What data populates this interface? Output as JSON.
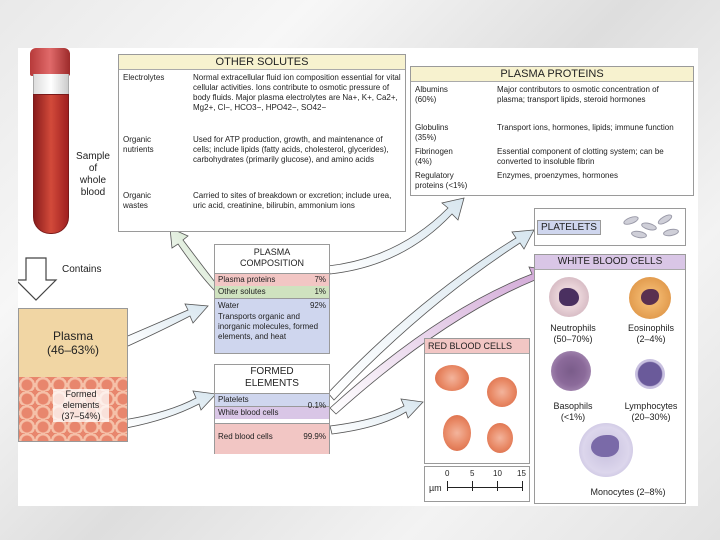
{
  "tube": {
    "label": "Sample\nof\nwhole\nblood",
    "contains": "Contains"
  },
  "plasma_panel": {
    "title": "Plasma\n(46–63%)",
    "formed": "Formed\nelements\n(37–54%)"
  },
  "other_solutes": {
    "title": "OTHER SOLUTES",
    "rows": [
      {
        "name": "Electrolytes",
        "desc": "Normal extracellular fluid ion composition essential for vital cellular activities. Ions contribute to osmotic pressure of body fluids. Major plasma electrolytes are Na+, K+, Ca2+, Mg2+, Cl−, HCO3−, HPO42−, SO42−"
      },
      {
        "name": "Organic\nnutrients",
        "desc": "Used for ATP production, growth, and maintenance of cells; include lipids (fatty acids, cholesterol, glycerides), carbohydrates (primarily glucose), and amino acids"
      },
      {
        "name": "Organic\nwastes",
        "desc": "Carried to sites of breakdown or excretion; include urea, uric acid, creatinine, bilirubin, ammonium ions"
      }
    ]
  },
  "plasma_proteins": {
    "title": "PLASMA PROTEINS",
    "rows": [
      {
        "name": "Albumins\n(60%)",
        "desc": "Major contributors to osmotic concentration of plasma; transport lipids, steroid hormones"
      },
      {
        "name": "Globulins\n(35%)",
        "desc": "Transport ions, hormones, lipids; immune function"
      },
      {
        "name": "Fibrinogen\n(4%)",
        "desc": "Essential component of clotting system; can be converted to insoluble fibrin"
      },
      {
        "name": "Regulatory\nproteins (<1%)",
        "desc": "Enzymes, proenzymes, hormones"
      }
    ]
  },
  "plasma_composition": {
    "title": "PLASMA\nCOMPOSITION",
    "rows": [
      {
        "name": "Plasma proteins",
        "value": "7%"
      },
      {
        "name": "Other solutes",
        "value": "1%"
      },
      {
        "name": "Water",
        "value": "92%"
      }
    ],
    "water_desc": "Transports organic and inorganic molecules, formed elements, and heat"
  },
  "formed_elements": {
    "title": "FORMED\nELEMENTS",
    "platelets": "Platelets",
    "wbc": "White blood cells",
    "wbc_value": "0.1%",
    "rbc": "Red blood cells",
    "rbc_value": "99.9%"
  },
  "platelets_box": {
    "title": "PLATELETS"
  },
  "wbc_box": {
    "title": "WHITE BLOOD CELLS",
    "neutrophils": "Neutrophils\n(50–70%)",
    "eosinophils": "Eosinophils\n(2–4%)",
    "basophils": "Basophils\n(<1%)",
    "lymphocytes": "Lymphocytes\n(20–30%)",
    "monocytes": "Monocytes (2–8%)"
  },
  "rbc_box": {
    "title": "RED BLOOD CELLS"
  },
  "scale": {
    "unit": "µm",
    "ticks": [
      "0",
      "5",
      "10",
      "15"
    ]
  },
  "colors": {
    "pink": "#f2c6c4",
    "green": "#cfe2bf",
    "purple": "#d9c6e6",
    "blue": "#cfd6ee",
    "header_yellow": "#f7f2cf"
  }
}
